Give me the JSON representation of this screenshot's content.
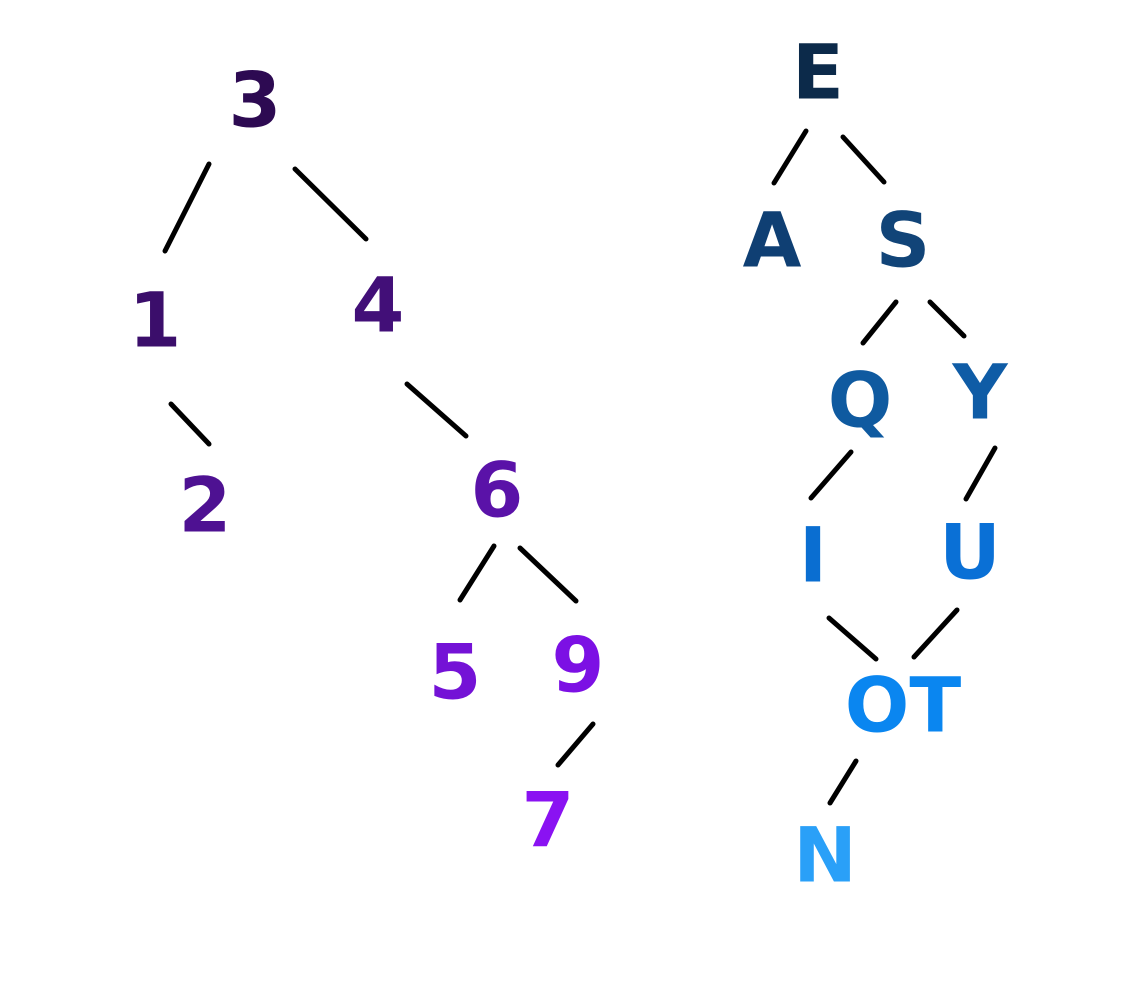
{
  "left_tree": {
    "nodes": [
      {
        "id": "n3",
        "label": "3",
        "color": "#2d0a52"
      },
      {
        "id": "n1",
        "label": "1",
        "color": "#3b0e6b"
      },
      {
        "id": "n4",
        "label": "4",
        "color": "#420f78"
      },
      {
        "id": "n2",
        "label": "2",
        "color": "#4e1192"
      },
      {
        "id": "n6",
        "label": "6",
        "color": "#5a12a8"
      },
      {
        "id": "n5",
        "label": "5",
        "color": "#7412d6"
      },
      {
        "id": "n9",
        "label": "9",
        "color": "#7c10e4"
      },
      {
        "id": "n7",
        "label": "7",
        "color": "#8a12f2"
      }
    ],
    "edges": [
      [
        "n3",
        "n1"
      ],
      [
        "n3",
        "n4"
      ],
      [
        "n1",
        "n2"
      ],
      [
        "n4",
        "n6"
      ],
      [
        "n6",
        "n5"
      ],
      [
        "n6",
        "n9"
      ],
      [
        "n9",
        "n7"
      ]
    ]
  },
  "right_tree": {
    "nodes": [
      {
        "id": "E",
        "label": "E",
        "color": "#0c2a4a"
      },
      {
        "id": "A",
        "label": "A",
        "color": "#0f3f73"
      },
      {
        "id": "S",
        "label": "S",
        "color": "#114478"
      },
      {
        "id": "Q",
        "label": "Q",
        "color": "#0f5aa0"
      },
      {
        "id": "Y",
        "label": "Y",
        "color": "#0f5ca6"
      },
      {
        "id": "I",
        "label": "I",
        "color": "#0a6ed1"
      },
      {
        "id": "U",
        "label": "U",
        "color": "#0a70d6"
      },
      {
        "id": "OT",
        "label": "OT",
        "color": "#0a86f0"
      },
      {
        "id": "N",
        "label": "N",
        "color": "#2aa0f8"
      }
    ],
    "edges": [
      [
        "E",
        "A"
      ],
      [
        "E",
        "S"
      ],
      [
        "S",
        "Q"
      ],
      [
        "S",
        "Y"
      ],
      [
        "Q",
        "I"
      ],
      [
        "Y",
        "U"
      ],
      [
        "I",
        "OT"
      ],
      [
        "U",
        "OT"
      ],
      [
        "OT",
        "N"
      ]
    ]
  }
}
